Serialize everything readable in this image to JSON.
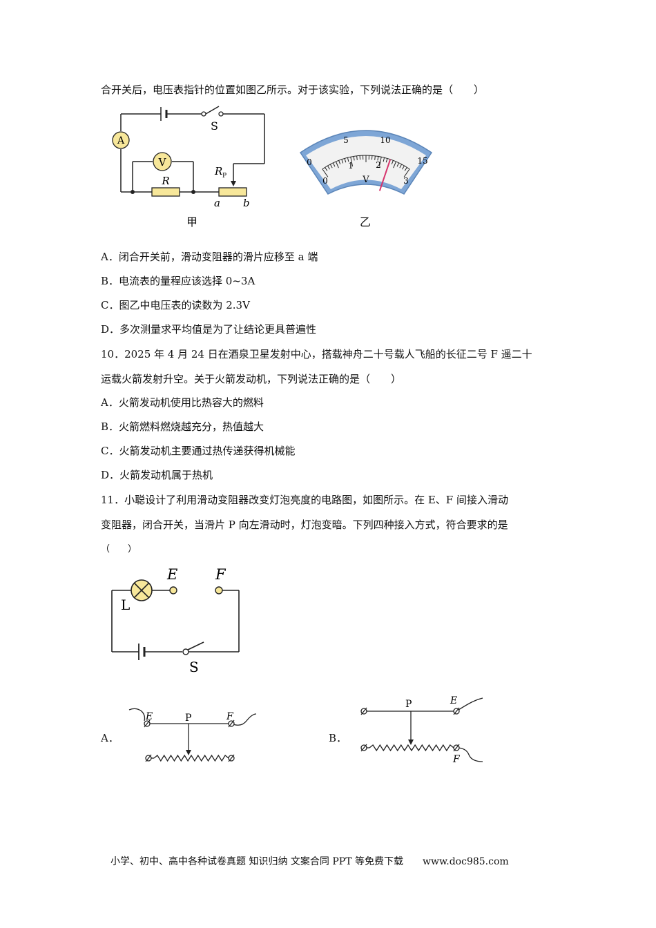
{
  "q9": {
    "stem_tail": "合开关后，电压表指针的位置如图乙所示。对于该实验，下列说法正确的是（　　）",
    "circuit": {
      "ammeter": "A",
      "voltmeter": "V",
      "switch": "S",
      "resistor": "R",
      "rheostat_R": "R",
      "rheostat_sub": "P",
      "end_a": "a",
      "end_b": "b"
    },
    "meter": {
      "upper_scale": [
        "0",
        "5",
        "10",
        "15"
      ],
      "lower_scale": [
        "0",
        "1",
        "2",
        "3"
      ],
      "unit": "V",
      "pointer_color": "#d6336c",
      "reading_on_lower_scale": 2.3
    },
    "caption_jia": "甲",
    "caption_yi": "乙",
    "options": [
      "A．闭合开关前，滑动变阻器的滑片应移至 a 端",
      "B．电流表的量程应该选择 0~3A",
      "C．图乙中电压表的读数为 2.3V",
      "D．多次测量求平均值是为了让结论更具普遍性"
    ]
  },
  "q10": {
    "stem_line1": "10．2025 年 4 月 24 日在酒泉卫星发射中心，搭载神舟二十号载人飞船的长征二号 F 遥二十",
    "stem_line2": "运载火箭发射升空。关于火箭发动机，下列说法正确的是（　　）",
    "options": [
      "A．火箭发动机使用比热容大的燃料",
      "B．火箭燃料燃烧越充分，热值越大",
      "C．火箭发动机主要通过热传递获得机械能",
      "D．火箭发动机属于热机"
    ]
  },
  "q11": {
    "stem_line1": "11．小聪设计了利用滑动变阻器改变灯泡亮度的电路图，如图所示。在 E、F 间接入滑动",
    "stem_line2": "变阻器，闭合开关，当滑片 P 向左滑动时，灯泡变暗。下列四种接入方式，符合要求的是",
    "stem_line3": "（　　）",
    "circuit": {
      "lamp": "L",
      "E": "E",
      "F": "F",
      "switch": "S"
    },
    "option_a_label": "A．",
    "option_b_label": "B．",
    "opt_a": {
      "E": "E",
      "F": "F",
      "P": "P"
    },
    "opt_b": {
      "E": "E",
      "F": "F",
      "P": "P"
    }
  },
  "footer": "小学、初中、高中各种试卷真题  知识归纳  文案合同  PPT 等免费下载　　www.doc985.com"
}
